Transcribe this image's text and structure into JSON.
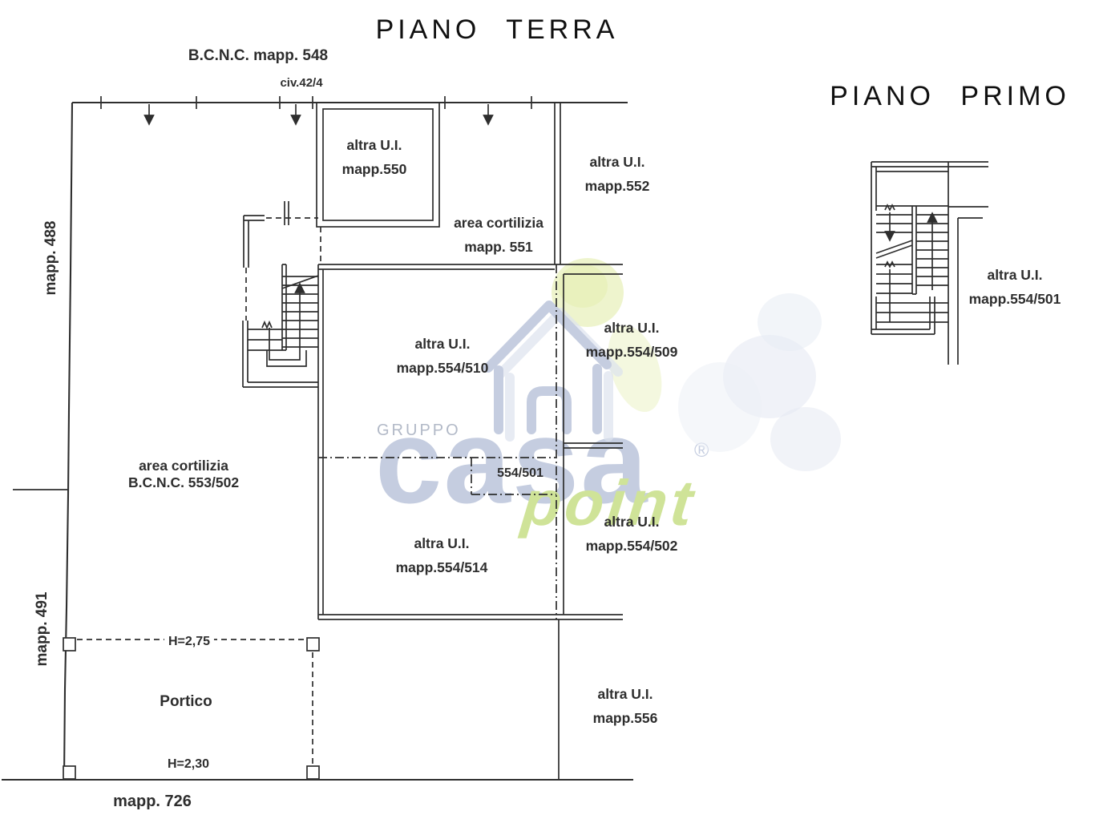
{
  "colors": {
    "ink": "#2e2e2e",
    "brand_blue": "#c5cde0",
    "brand_blue_light": "#dde3ee",
    "brand_green": "#cfe398",
    "green_blob": "#edf3c9",
    "gruppo_gray": "#b2b9c7"
  },
  "ground": {
    "title": "PIANO TERRA",
    "bcnc_top": "B.C.N.C. mapp. 548",
    "civ": "civ.42/4",
    "mapp_488": "mapp. 488",
    "mapp_491": "mapp. 491",
    "mapp_726": "mapp. 726",
    "room_550": {
      "l1": "altra U.I.",
      "l2": "mapp.550"
    },
    "court_551": {
      "l1": "area cortilizia",
      "l2": "mapp. 551"
    },
    "room_552": {
      "l1": "altra U.I.",
      "l2": "mapp.552"
    },
    "room_509": {
      "l1": "altra U.I.",
      "l2": "mapp.554/509"
    },
    "room_510": {
      "l1": "altra U.I.",
      "l2": "mapp.554/510"
    },
    "court_553": {
      "l1": "area cortilizia",
      "l2": "B.C.N.C. 553/502"
    },
    "stair_501": "554/501",
    "room_502": {
      "l1": "altra U.I.",
      "l2": "mapp.554/502"
    },
    "room_514": {
      "l1": "altra U.I.",
      "l2": "mapp.554/514"
    },
    "room_556": {
      "l1": "altra U.I.",
      "l2": "mapp.556"
    },
    "portico": {
      "name": "Portico",
      "h_top": "H=2,75",
      "h_bottom": "H=2,30"
    }
  },
  "first": {
    "title": "PIANO PRIMO",
    "room_501": {
      "l1": "altra U.I.",
      "l2": "mapp.554/501"
    }
  },
  "watermark": {
    "gruppo": "GRUPPO",
    "brand": "casa",
    "registered": "®",
    "point": "point"
  }
}
